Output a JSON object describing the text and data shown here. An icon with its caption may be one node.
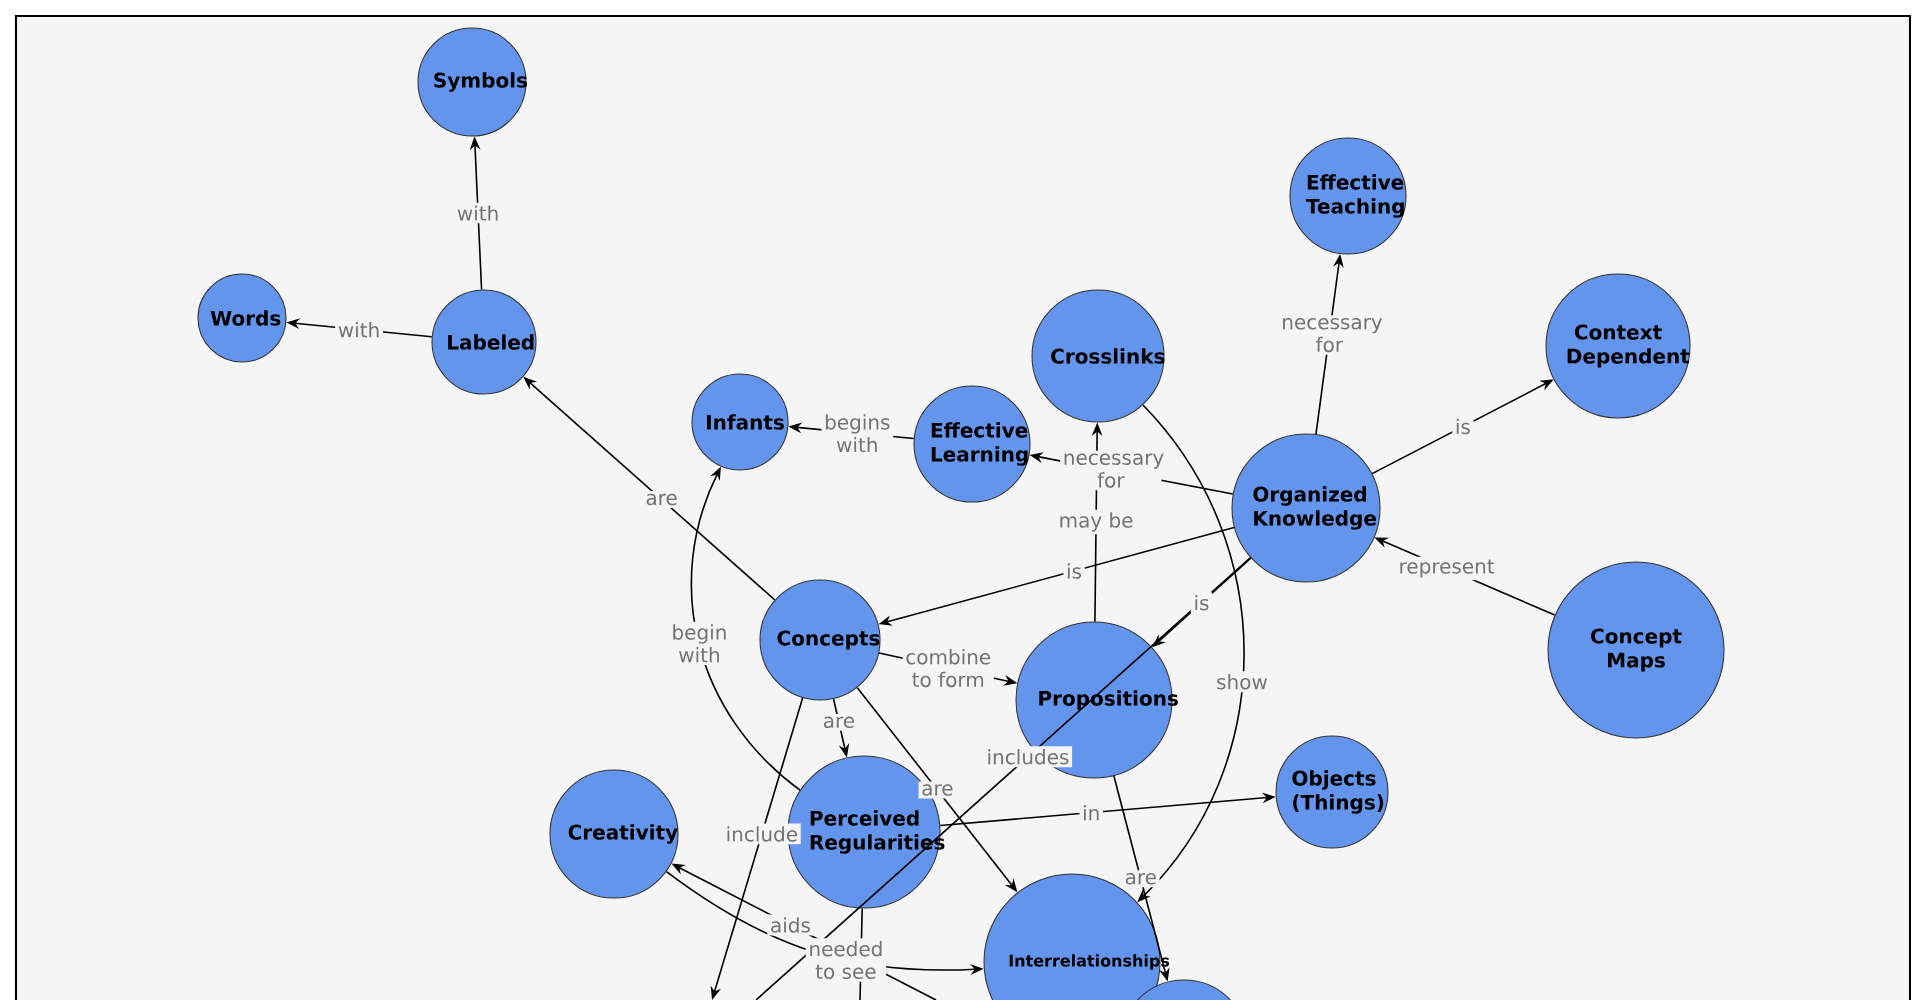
{
  "diagram": {
    "nodes": [
      {
        "text": [
          "Symbols"
        ]
      },
      {
        "text": [
          "Words"
        ]
      },
      {
        "text": [
          "Labeled"
        ]
      },
      {
        "text": [
          "Infants"
        ]
      },
      {
        "text": [
          "Effective Learning"
        ]
      },
      {
        "text": [
          "Crosslinks"
        ]
      },
      {
        "text": [
          "Effective Teaching"
        ]
      },
      {
        "text": [
          "Context Dependent"
        ]
      },
      {
        "text": [
          "Organized Knowledge"
        ]
      },
      {
        "text": [
          "Concept Maps"
        ]
      },
      {
        "text": [
          "Concepts"
        ]
      },
      {
        "text": [
          "Propositions"
        ]
      },
      {
        "text": [
          "Objects (Things)"
        ]
      },
      {
        "text": [
          "Creativity"
        ]
      },
      {
        "text": [
          "Perceived Regularities"
        ]
      },
      {
        "text": [
          "Interrelationships"
        ]
      },
      {
        "text": [],
        "shape": "circle"
      }
    ],
    "edges": [
      {
        "from": 2,
        "to": 0,
        "arrow": "to",
        "label": "with"
      },
      {
        "from": 2,
        "to": 1,
        "arrow": "to",
        "label": "with"
      },
      {
        "from": 10,
        "to": 2,
        "arrow": "to",
        "label": "are"
      },
      {
        "from": 4,
        "to": 3,
        "arrow": "to",
        "label": "begins with"
      },
      {
        "from": 8,
        "to": 6,
        "arrow": "to",
        "label": "necessary for"
      },
      {
        "from": 8,
        "to": 7,
        "arrow": "to",
        "label": "is"
      },
      {
        "from": 9,
        "to": 8,
        "arrow": "to",
        "label": "represent"
      },
      {
        "from": 8,
        "to": 4,
        "arrow": "to",
        "label": "necessary for"
      },
      {
        "from": 8,
        "to": 10,
        "arrow": "to",
        "label": "is"
      },
      {
        "from": 8,
        "to": 11,
        "arrow": "to",
        "label": "is"
      },
      {
        "from": 11,
        "to": 5,
        "arrow": "to",
        "label": "may be"
      },
      {
        "from": 5,
        "to": 15,
        "arrow": "to",
        "label": "show"
      },
      {
        "from": 14,
        "to": 3,
        "arrow": "to",
        "label": "begin with"
      },
      {
        "from": 10,
        "to": 14,
        "arrow": "to",
        "label": "are"
      },
      {
        "from": 10,
        "to": 11,
        "arrow": "to",
        "label": "combine to form"
      },
      {
        "from": 10,
        "to": null,
        "arrow": "to",
        "label": "include"
      },
      {
        "from": 10,
        "to": 15,
        "arrow": "to",
        "label": "are"
      },
      {
        "from": 8,
        "to": null,
        "arrow": "none",
        "label": "includes"
      },
      {
        "from": 14,
        "to": 12,
        "arrow": "to",
        "label": "in"
      },
      {
        "from": 11,
        "to": 16,
        "arrow": "to",
        "label": "are"
      },
      {
        "from": 13,
        "to": 15,
        "arrow": "to",
        "label": "needed to see"
      },
      {
        "from": null,
        "to": 13,
        "arrow": "to",
        "label": "aids"
      },
      {
        "from": 14,
        "to": null,
        "arrow": "none"
      }
    ]
  }
}
